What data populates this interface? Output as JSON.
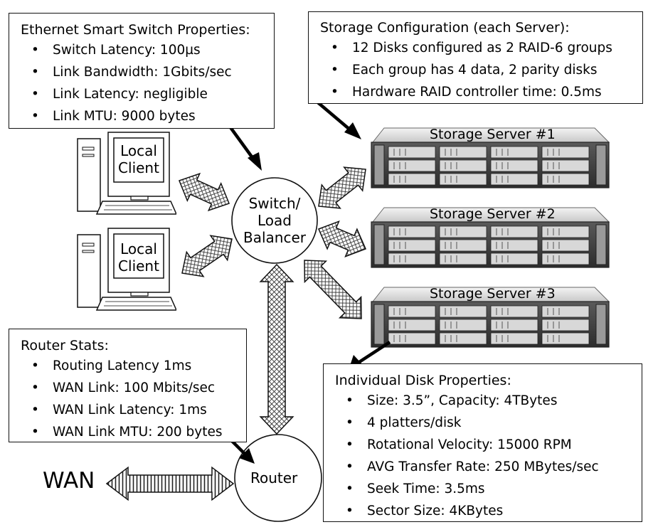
{
  "boxes": {
    "switch_props": {
      "title": "Ethernet Smart Switch Properties:",
      "items": [
        "Switch Latency: 100µs",
        "Link Bandwidth: 1Gbits/sec",
        "Link Latency: negligible",
        "Link MTU: 9000 bytes"
      ]
    },
    "storage_config": {
      "title": "Storage Configuration (each Server):",
      "items": [
        "12 Disks configured as 2 RAID-6 groups",
        "Each group has 4 data, 2 parity disks",
        "Hardware RAID controller time: 0.5ms"
      ]
    },
    "router_stats": {
      "title": "Router Stats:",
      "items": [
        "Routing Latency 1ms",
        "WAN Link: 100 Mbits/sec",
        "WAN Link Latency: 1ms",
        "WAN Link MTU: 200 bytes"
      ]
    },
    "disk_props": {
      "title": "Individual Disk Properties:",
      "items": [
        "Size: 3.5”, Capacity: 4TBytes",
        "4 platters/disk",
        "Rotational Velocity: 15000 RPM",
        "AVG Transfer Rate: 250 MBytes/sec",
        "Seek Time: 3.5ms",
        "Sector Size: 4KBytes"
      ]
    }
  },
  "nodes": {
    "client1": {
      "line1": "Local",
      "line2": "Client"
    },
    "client2": {
      "line1": "Local",
      "line2": "Client"
    },
    "switch": {
      "line1": "Switch/",
      "line2": "Load",
      "line3": "Balancer"
    },
    "router": {
      "label": "Router"
    },
    "wan": {
      "label": "WAN"
    },
    "server1": {
      "label": "Storage Server #1"
    },
    "server2": {
      "label": "Storage Server #2"
    },
    "server3": {
      "label": "Storage Server #3"
    }
  },
  "icons": [
    "computer-icon",
    "server-rack-icon",
    "double-arrow-icon",
    "pointer-arrow-icon"
  ]
}
